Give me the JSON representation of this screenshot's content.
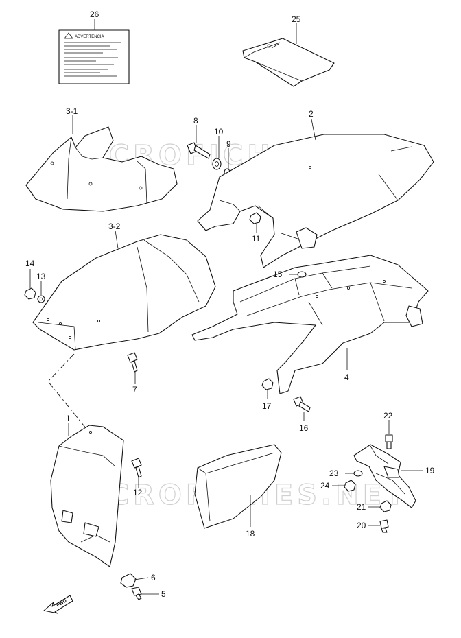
{
  "watermark": "MICROFICHES.NET",
  "warning_label": {
    "heading": "ADVERTENCIA"
  },
  "fwd_arrow": {
    "text": "FWD"
  },
  "callouts": [
    {
      "id": "c26",
      "num": "26"
    },
    {
      "id": "c25",
      "num": "25"
    },
    {
      "id": "c3-1",
      "num": "3-1"
    },
    {
      "id": "c8",
      "num": "8"
    },
    {
      "id": "c10",
      "num": "10"
    },
    {
      "id": "c9",
      "num": "9"
    },
    {
      "id": "c2",
      "num": "2"
    },
    {
      "id": "c11",
      "num": "11"
    },
    {
      "id": "c3-2",
      "num": "3-2"
    },
    {
      "id": "c14",
      "num": "14"
    },
    {
      "id": "c13",
      "num": "13"
    },
    {
      "id": "c15",
      "num": "15"
    },
    {
      "id": "c7",
      "num": "7"
    },
    {
      "id": "c4",
      "num": "4"
    },
    {
      "id": "c17",
      "num": "17"
    },
    {
      "id": "c16",
      "num": "16"
    },
    {
      "id": "c22",
      "num": "22"
    },
    {
      "id": "c1",
      "num": "1"
    },
    {
      "id": "c19",
      "num": "19"
    },
    {
      "id": "c23",
      "num": "23"
    },
    {
      "id": "c24",
      "num": "24"
    },
    {
      "id": "c12",
      "num": "12"
    },
    {
      "id": "c21",
      "num": "21"
    },
    {
      "id": "c18",
      "num": "18"
    },
    {
      "id": "c20",
      "num": "20"
    },
    {
      "id": "c6",
      "num": "6"
    },
    {
      "id": "c5",
      "num": "5"
    }
  ]
}
